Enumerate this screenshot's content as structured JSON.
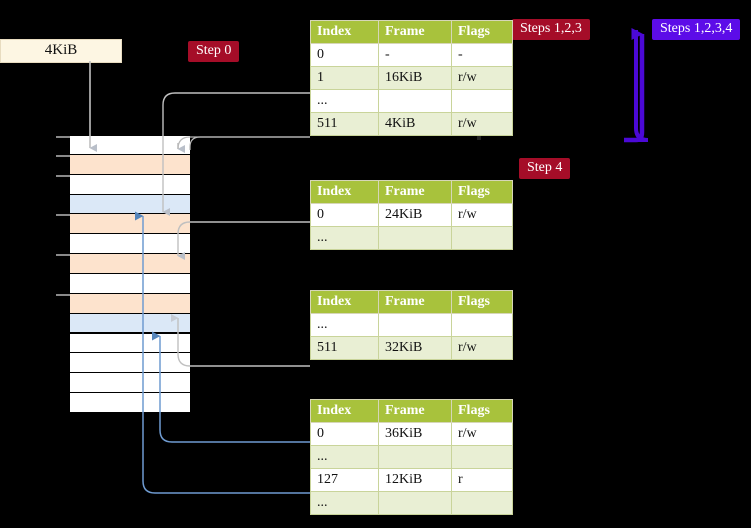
{
  "labels": {
    "step0": "Step 0",
    "steps123": "Steps 1,2,3",
    "steps1234": "Steps 1,2,3,4",
    "step4": "Step 4",
    "memsize": "4KiB"
  },
  "colors": {
    "step_red": "#a50d28",
    "step_blue": "#5c0ce8",
    "table_header": "#a8c23c",
    "table_alt_row": "#e9efd4",
    "highlight": "#fbf7a8",
    "mem_peach": "#fde3cd",
    "mem_blue": "#dbe8f7",
    "mem_white": "#ffffff",
    "connector_gray": "#b8b8b8",
    "connector_blue": "#6f9bd1",
    "memsize_box": "#fdf6e3"
  },
  "table_headers": [
    "Index",
    "Frame",
    "Flags"
  ],
  "tables": [
    {
      "name": "page-table-level-0",
      "rows": [
        {
          "index": "0",
          "frame": "-",
          "flags": "-",
          "alt": false,
          "highlight": false
        },
        {
          "index": "1",
          "frame": "16KiB",
          "flags": "r/w",
          "alt": true,
          "highlight": false
        },
        {
          "index": "...",
          "frame": "",
          "flags": "",
          "alt": false,
          "highlight": false
        },
        {
          "index": "511",
          "frame": "4KiB",
          "flags": "r/w",
          "alt": true,
          "highlight": true
        }
      ]
    },
    {
      "name": "page-table-level-1",
      "rows": [
        {
          "index": "0",
          "frame": "24KiB",
          "flags": "r/w",
          "alt": false,
          "highlight": false
        },
        {
          "index": "...",
          "frame": "",
          "flags": "",
          "alt": true,
          "highlight": false
        }
      ]
    },
    {
      "name": "page-table-level-2",
      "rows": [
        {
          "index": "...",
          "frame": "",
          "flags": "",
          "alt": false,
          "highlight": false
        },
        {
          "index": "511",
          "frame": "32KiB",
          "flags": "r/w",
          "alt": true,
          "highlight": false
        }
      ]
    },
    {
      "name": "page-table-level-3",
      "rows": [
        {
          "index": "0",
          "frame": "36KiB",
          "flags": "r/w",
          "alt": false,
          "highlight": false
        },
        {
          "index": "...",
          "frame": "",
          "flags": "",
          "alt": true,
          "highlight": false
        },
        {
          "index": "127",
          "frame": "12KiB",
          "flags": "r",
          "alt": false,
          "highlight": false
        },
        {
          "index": "...",
          "frame": "",
          "flags": "",
          "alt": true,
          "highlight": false
        }
      ]
    }
  ],
  "memory_rows": [
    {
      "fill": "white",
      "tick": true
    },
    {
      "fill": "peach",
      "tick": true
    },
    {
      "fill": "white",
      "tick": true
    },
    {
      "fill": "blue",
      "tick": false
    },
    {
      "fill": "peach",
      "tick": true
    },
    {
      "fill": "white",
      "tick": false
    },
    {
      "fill": "peach",
      "tick": true
    },
    {
      "fill": "white",
      "tick": false
    },
    {
      "fill": "peach",
      "tick": true
    },
    {
      "fill": "blue",
      "tick": false
    },
    {
      "fill": "white",
      "tick": false
    },
    {
      "fill": "white",
      "tick": false
    },
    {
      "fill": "white",
      "tick": false
    },
    {
      "fill": "white",
      "tick": false
    }
  ]
}
